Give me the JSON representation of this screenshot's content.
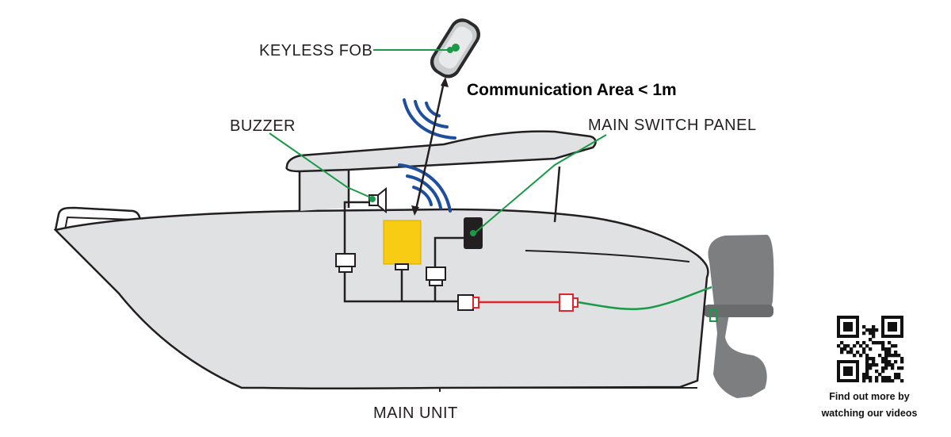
{
  "labels": {
    "keyless_fob": "KEYLESS FOB",
    "communication_area": "Communication Area < 1m",
    "buzzer": "BUZZER",
    "main_switch_panel": "MAIN SWITCH PANEL",
    "main_unit": "MAIN UNIT"
  },
  "qr": {
    "caption_line1": "Find out more by",
    "caption_line2": "watching our videos"
  },
  "colors": {
    "hull_fill": "#dfe1e3",
    "outline": "#231f20",
    "leader_green": "#1a9a48",
    "wave_blue": "#1f4f9c",
    "control_unit_yellow": "#f7cc12",
    "can_red": "#e0262c",
    "engine_gray": "#7d7e80",
    "communication_text": "#1d56a3"
  }
}
